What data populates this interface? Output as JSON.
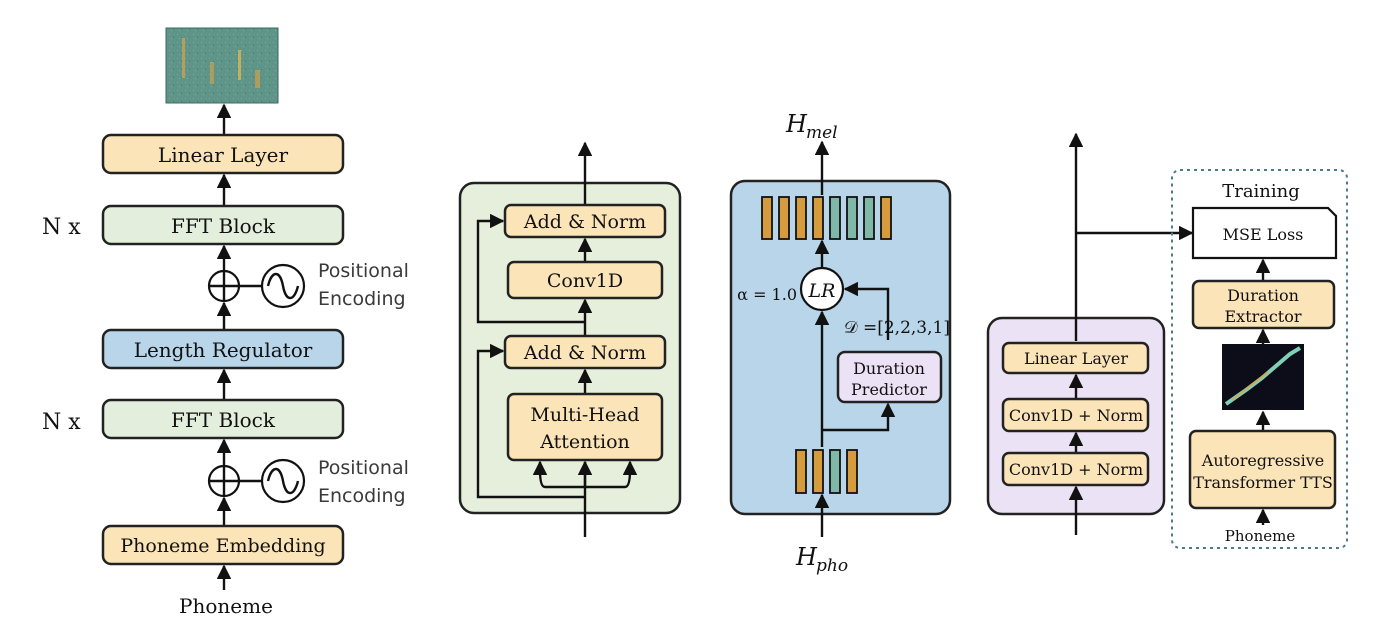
{
  "panel_a": {
    "linear_layer": "Linear Layer",
    "fft_block_top": "FFT Block",
    "fft_block_bottom": "FFT Block",
    "length_regulator": "Length Regulator",
    "phoneme_embedding": "Phoneme Embedding",
    "phoneme_input": "Phoneme",
    "nx_top": "N x",
    "nx_bottom": "N x",
    "pos_enc_top_1": "Positional",
    "pos_enc_top_2": "Encoding",
    "pos_enc_bottom_1": "Positional",
    "pos_enc_bottom_2": "Encoding"
  },
  "panel_b": {
    "add_norm_top": "Add & Norm",
    "conv1d": "Conv1D",
    "add_norm_bottom": "Add & Norm",
    "mha_line1": "Multi-Head",
    "mha_line2": "Attention"
  },
  "panel_c": {
    "h_mel_base": "H",
    "h_mel_sub": "mel",
    "h_pho_base": "H",
    "h_pho_sub": "pho",
    "alpha": "α = 1.0",
    "lr": "LR",
    "duration_seq": "𝒟 =[2,2,3,1]",
    "duration_predictor_1": "Duration",
    "duration_predictor_2": "Predictor"
  },
  "panel_d": {
    "linear_layer": "Linear Layer",
    "conv_norm_top": "Conv1D + Norm",
    "conv_norm_bottom": "Conv1D + Norm",
    "training": "Training",
    "mse_loss": "MSE Loss",
    "duration_extractor_1": "Duration",
    "duration_extractor_2": "Extractor",
    "ar_tts_1": "Autoregressive",
    "ar_tts_2": "Transformer TTS",
    "phoneme": "Phoneme"
  },
  "colors": {
    "yellow": "#fbe4b8",
    "green": "#e3efdc",
    "blue": "#b9d5ea",
    "lilac": "#ece2f5",
    "mel_orange": "#d59b3c",
    "mel_teal": "#5f9488"
  }
}
